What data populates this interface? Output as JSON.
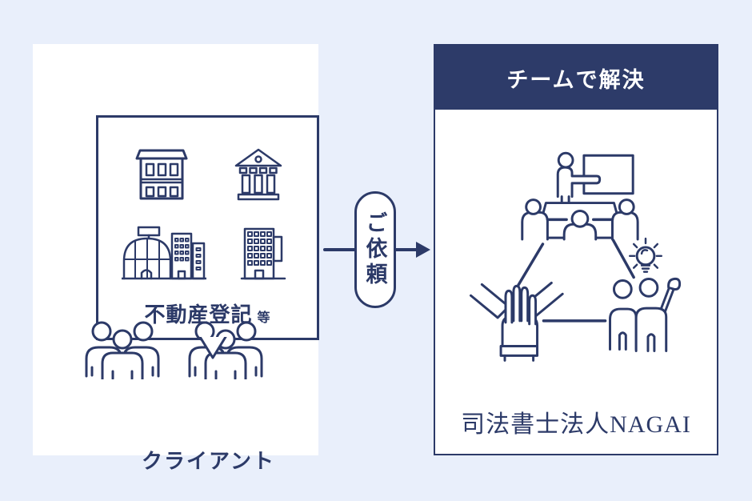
{
  "colors": {
    "background": "#e9effb",
    "card": "#ffffff",
    "navy": "#2c3a68",
    "header_fill": "#2d3b69",
    "header_text": "#ffffff"
  },
  "left_card": {
    "bubble": {
      "service_text": "不動産登記",
      "service_suffix": "等",
      "icons": [
        "two-story-building-icon",
        "bank-building-icon",
        "arena-buildings-icon",
        "office-building-icon"
      ]
    },
    "client_group_icons": [
      "people-group-icon",
      "people-group-icon"
    ],
    "label": "クライアント"
  },
  "arrow": {
    "label": "ご依頼",
    "icon": "right-arrow-icon"
  },
  "right_card": {
    "header": "チームで解決",
    "illustration_icons": [
      "meeting-presentation-icon",
      "stacked-hands-icon",
      "team-raised-hand-icon",
      "lightbulb-icon"
    ],
    "label": "司法書士法人NAGAI"
  }
}
